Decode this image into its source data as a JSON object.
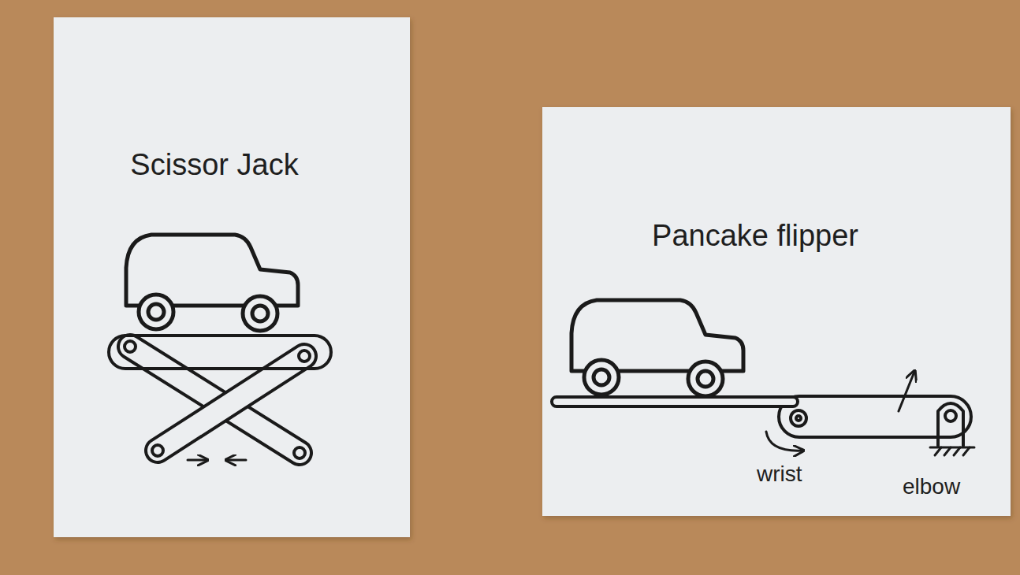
{
  "diagram": {
    "nodes": [
      {
        "text": [
          "Scissor Jack"
        ]
      },
      {
        "text": [
          "Pancake flipper"
        ]
      }
    ],
    "labels": [
      "wrist",
      "elbow"
    ]
  }
}
